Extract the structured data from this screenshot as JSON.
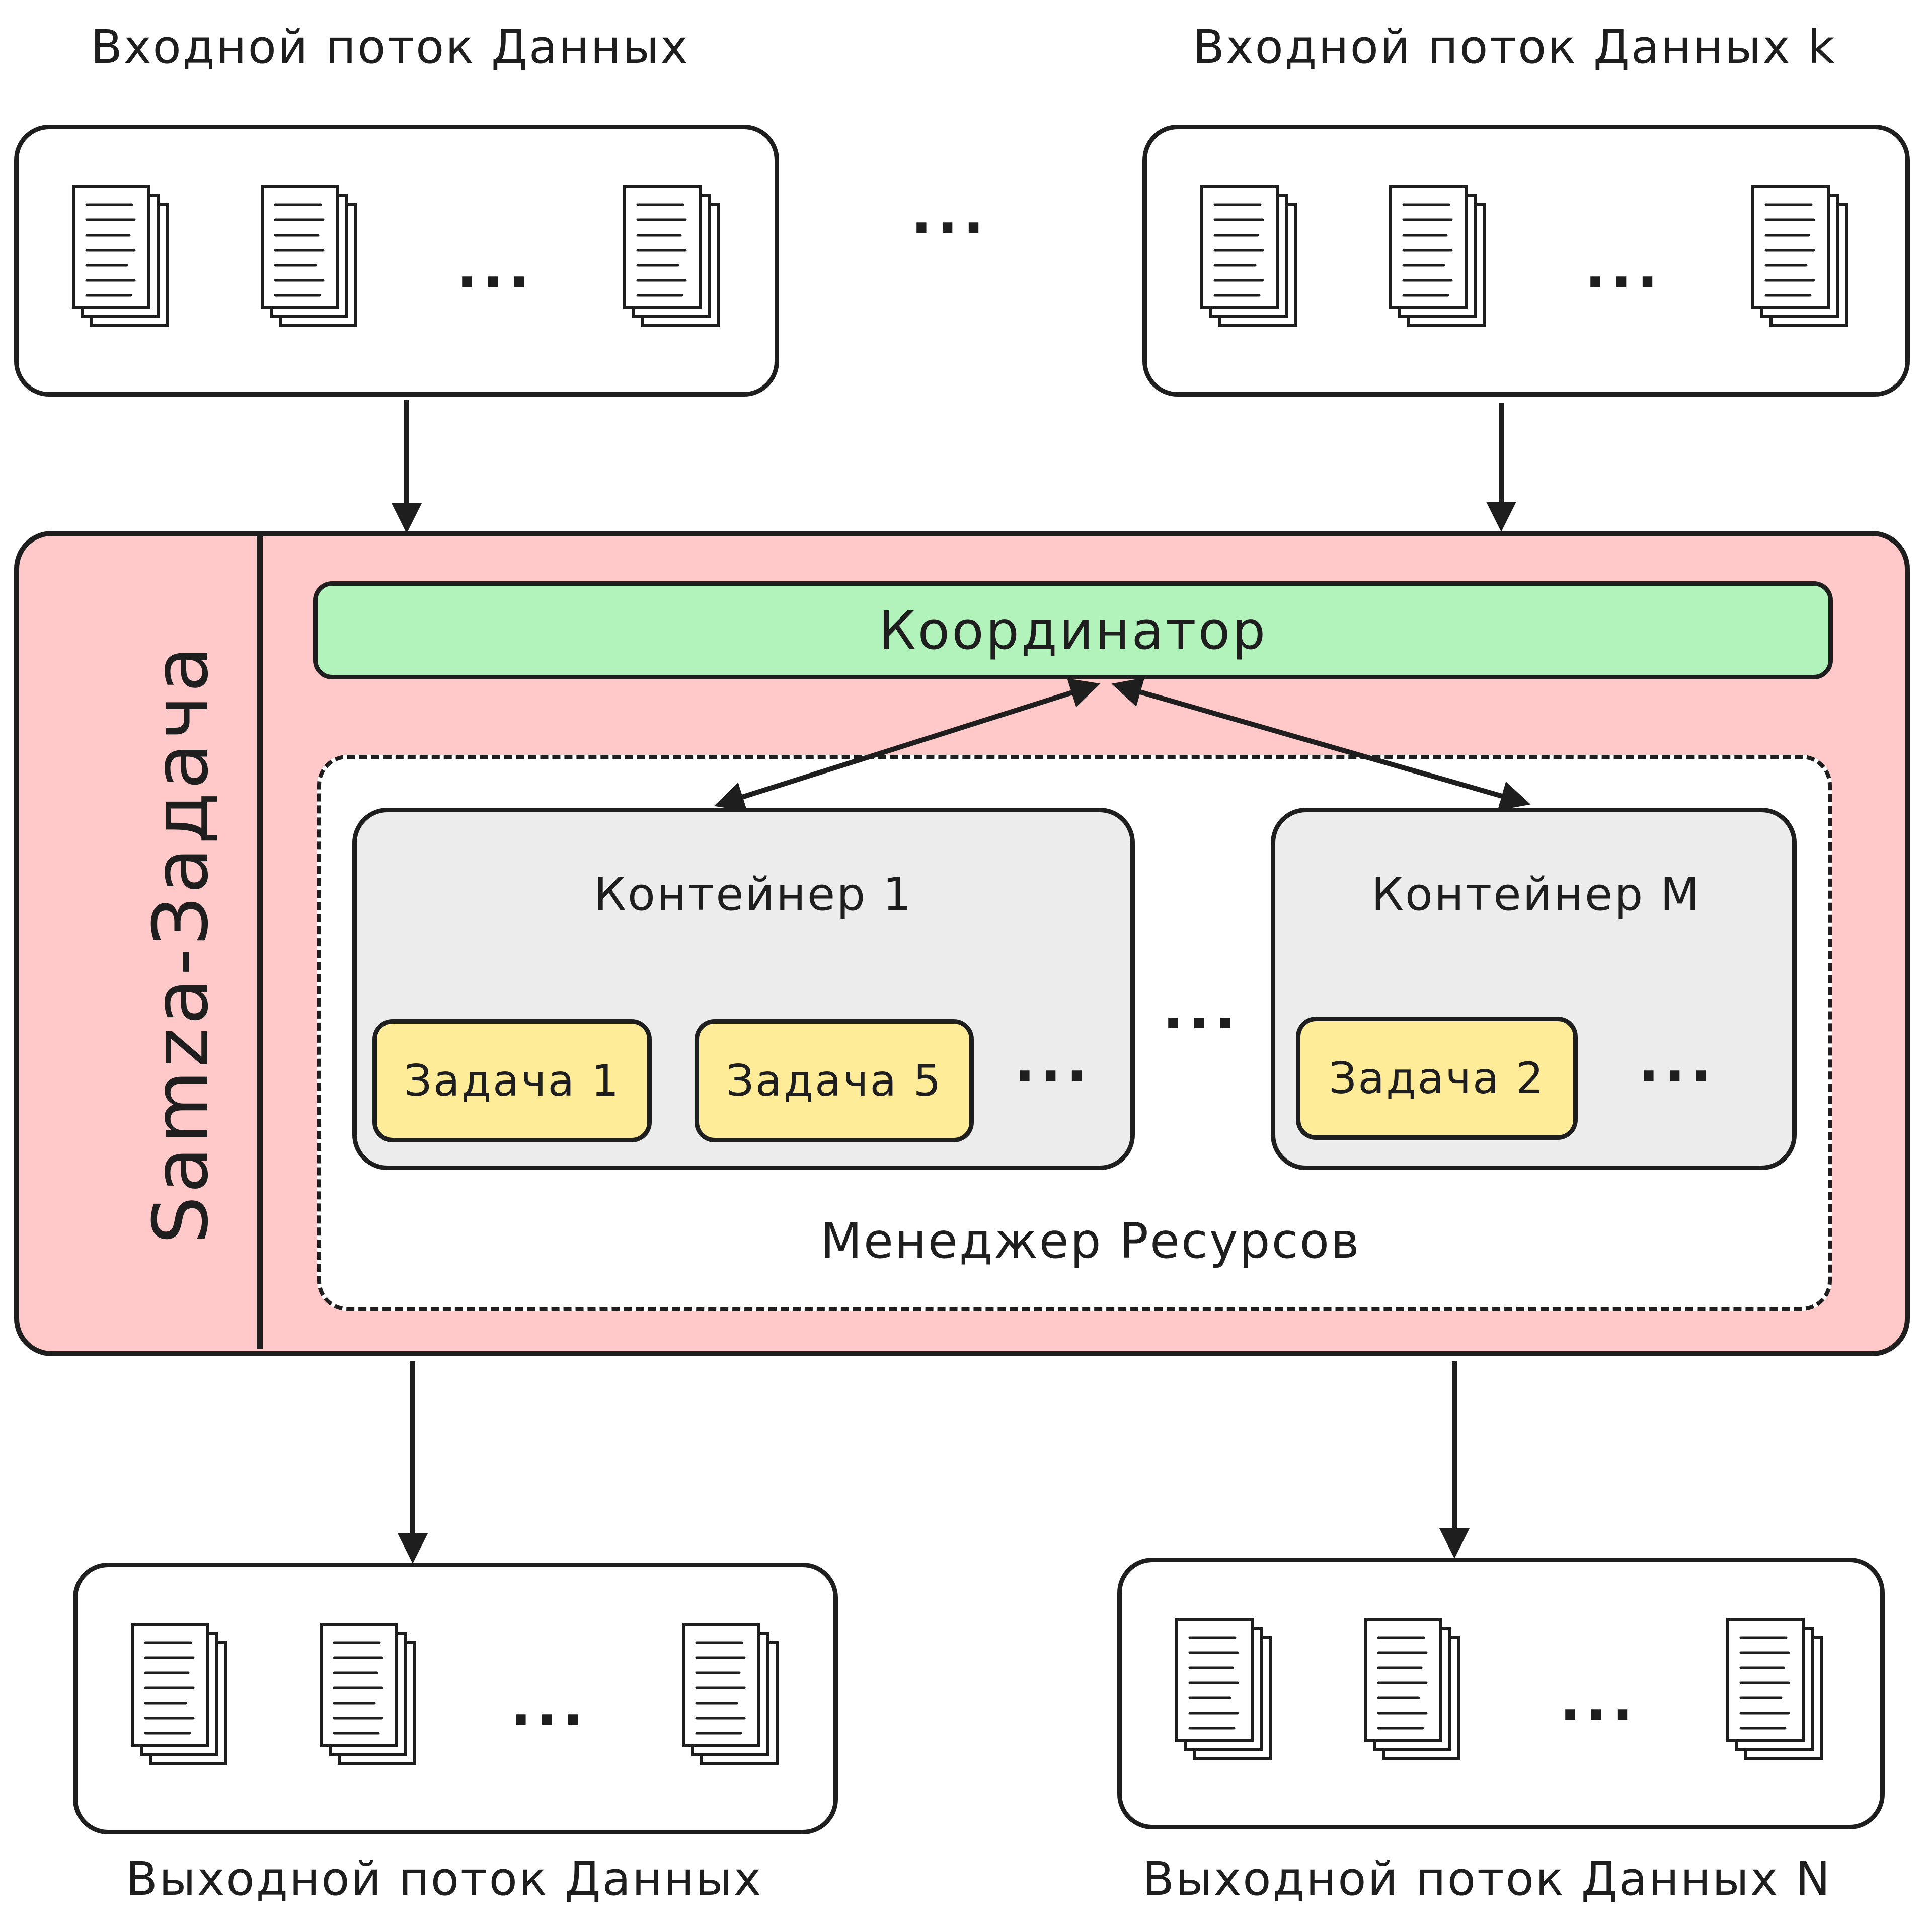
{
  "input_streams": {
    "first_label": "Входной поток Данных",
    "last_label": "Входной поток Данных k",
    "inner_ellipsis": "...",
    "between_ellipsis": "..."
  },
  "output_streams": {
    "first_label": "Выходной поток Данных",
    "last_label": "Выходной поток Данных N",
    "inner_ellipsis": "..."
  },
  "samza_job": {
    "title": "Samza-Задача",
    "coordinator": "Координатор",
    "resource_manager": "Менеджер Ресурсов",
    "containers_ellipsis": "...",
    "containers": [
      {
        "title": "Контейнер 1",
        "tasks": [
          "Задача 1",
          "Задача 5"
        ],
        "ellipsis": "..."
      },
      {
        "title": "Контейнер M",
        "tasks": [
          "Задача 2"
        ],
        "ellipsis": "..."
      }
    ]
  },
  "colors": {
    "samza_fill": "#ffc9c9",
    "coordinator_fill": "#b2f2bb",
    "container_fill": "#ececec",
    "task_fill": "#ffec99",
    "stroke": "#1e1e1e"
  },
  "icons": [
    "document-stack-icon",
    "arrow-down-icon",
    "double-arrow-icon"
  ]
}
